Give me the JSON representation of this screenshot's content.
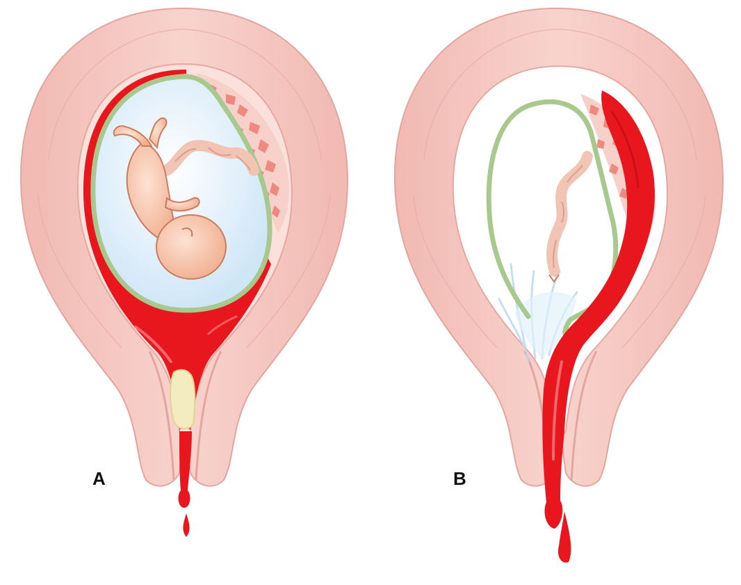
{
  "panels": [
    {
      "label": "A",
      "components": [
        "uterus-wall",
        "placenta",
        "amniotic-sac",
        "fetus",
        "umbilical-cord",
        "retroplacental-clot",
        "cervical-mucus-plug",
        "blood-drops"
      ]
    },
    {
      "label": "B",
      "components": [
        "uterus-wall",
        "placenta",
        "ruptured-amniotic-sac",
        "umbilical-cord",
        "amniotic-fluid-leak",
        "external-hemorrhage",
        "blood-drops"
      ]
    }
  ],
  "colors": {
    "uterus": "#f4c3bd",
    "uterus_shadow": "#e9a9a2",
    "uterus_inner": "#fbe1dc",
    "blood": "#e8161d",
    "blood_dark": "#b50d12",
    "amniotic_membrane": "#a8c98e",
    "amniotic_fluid": "#e3f1fb",
    "placenta": "#f08a80",
    "fetus": "#f6c2a6",
    "fetus_outline": "#c97d5e",
    "mucus": "#f2ecc0",
    "fluid_leak": "#bcd9f0",
    "label": "#111111"
  }
}
